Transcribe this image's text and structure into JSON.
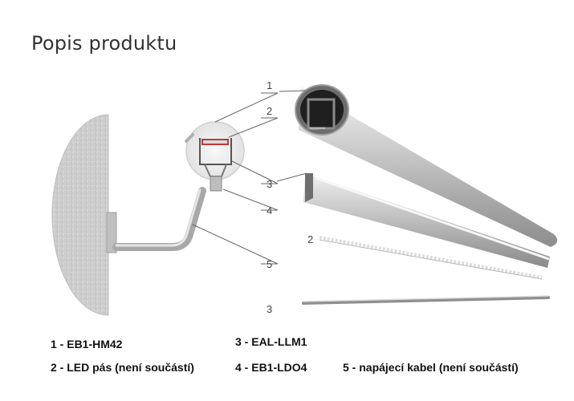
{
  "page": {
    "title": "Popis produktu"
  },
  "callouts": {
    "c1": "1",
    "c2": "2",
    "c3": "3",
    "c4": "4",
    "c5": "5",
    "c2b": "2",
    "c3b": "3"
  },
  "legend": {
    "item1": "1 - EB1-HM42",
    "item2": "2 - LED pás (není součástí)",
    "item3": "3 - EAL-LLM1",
    "item4": "4 - EB1-LDO4",
    "item5": "5 - napájecí kabel (není součástí)"
  }
}
